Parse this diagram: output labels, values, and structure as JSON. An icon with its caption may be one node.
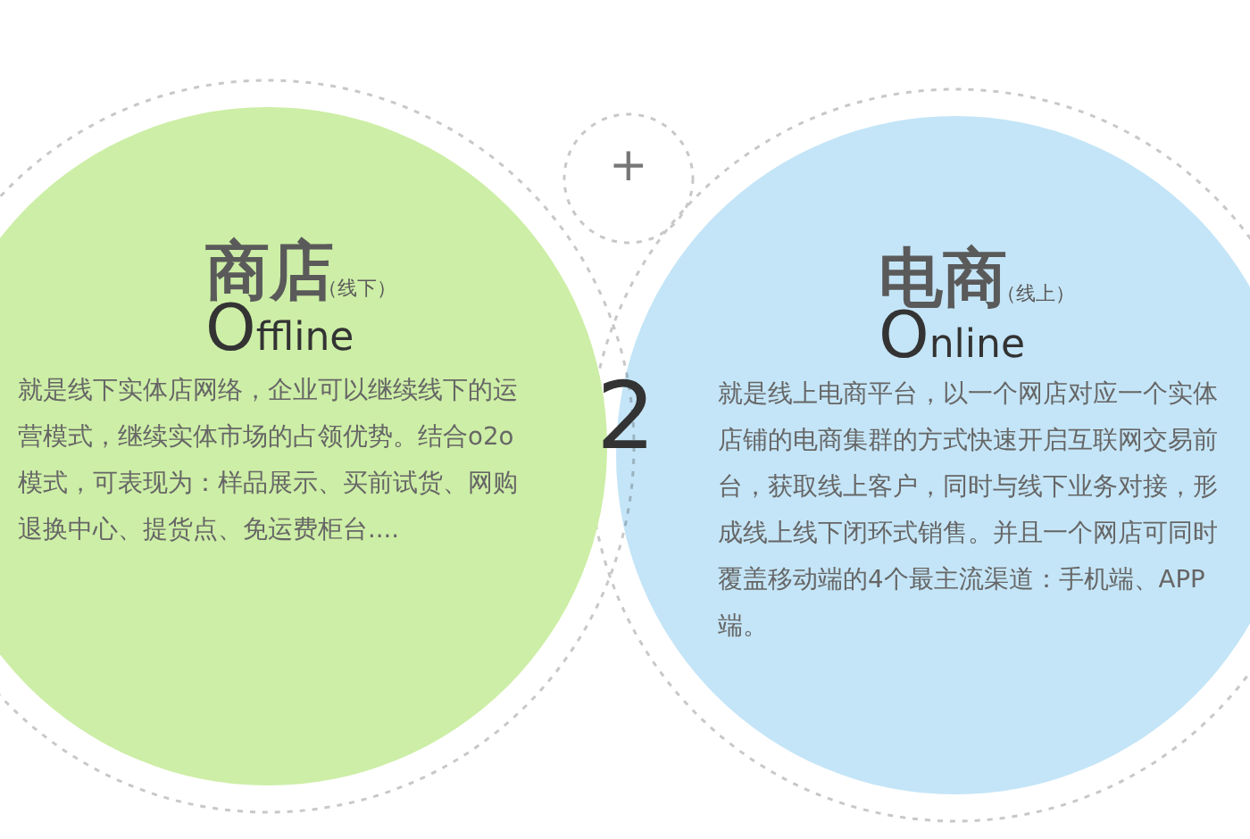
{
  "diagram": {
    "nodes": [
      {
        "text": [
          "商店",
          "（线下）",
          "Offline",
          "就是线下实体店网络，企业可以继续线下的运营模式，继续实体市场的占领优势。结合o2o模式，可表现为：样品展示、买前试货、网购退换中心、提货点、免运费柜台...."
        ]
      },
      {
        "text": [
          "电商",
          "（线上）",
          "Online",
          "就是线上电商平台，以一个网店对应一个实体店铺的电商集群的方式快速开启互联网交易前台，获取线上客户，同时与线下业务对接，形成线上线下闭环式销售。并且一个网店可同时覆盖移动端的4个最主流渠道：手机端、APP端。"
        ]
      }
    ],
    "labels": [
      "+",
      "2"
    ]
  }
}
